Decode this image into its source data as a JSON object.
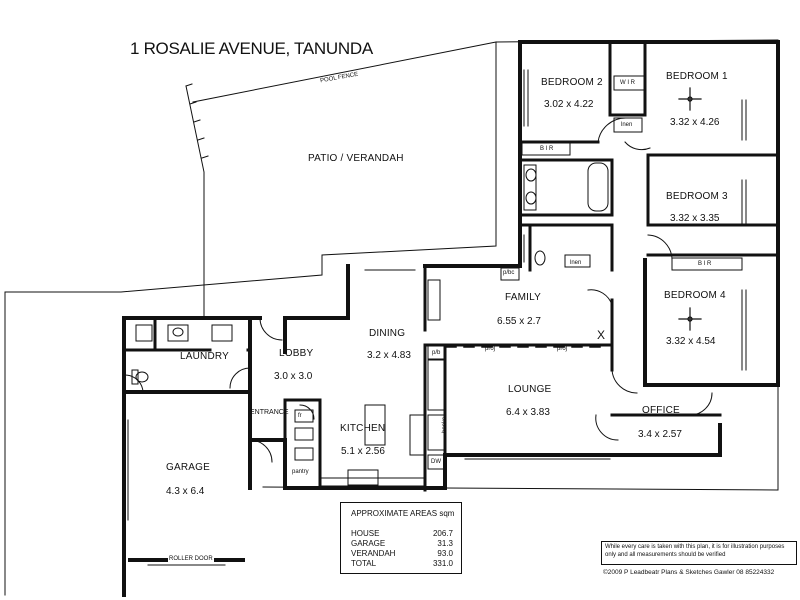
{
  "title": "1 ROSALIE AVENUE, TANUNDA",
  "labels": {
    "pool_fence": "POOL FENCE",
    "patio": "PATIO / VERANDAH",
    "bedroom2": "BEDROOM 2",
    "bedroom2_dim": "3.02 x 4.22",
    "bedroom1": "BEDROOM 1",
    "bedroom1_dim": "3.32 x 4.26",
    "bedroom3": "BEDROOM 3",
    "bedroom3_dim": "3.32 x 3.35",
    "bedroom4": "BEDROOM 4",
    "bedroom4_dim": "3.32 x 4.54",
    "wir": "W I R",
    "bir1": "B I R",
    "bir3": "B I R",
    "lnn1": "lnen",
    "lnn2": "lnen",
    "family": "FAMILY",
    "family_dim": "6.55 x 2.7",
    "dining": "DINING",
    "dining_dim": "3.2 x 4.83",
    "lobby": "LOBBY",
    "lobby_dim": "3.0 x 3.0",
    "laundry": "LAUNDRY",
    "lounge": "LOUNGE",
    "lounge_dim": "6.4 x 3.83",
    "office": "OFFICE",
    "office_dim": "3.4 x 2.57",
    "kitchen": "KITCHEN",
    "kitchen_dim": "5.1 x 2.56",
    "entrance": "ENTRANCE",
    "garage": "GARAGE",
    "garage_dim": "4.3 x 6.4",
    "roller_door": "ROLLER DOOR",
    "pantry": "pantry",
    "books": "books",
    "pb1": "p/bc",
    "pb2": "p/b",
    "proj1": "proj",
    "proj2": "proj",
    "fr": "fr",
    "dw": "DW",
    "x_mark": "X"
  },
  "areas": {
    "heading": "APPROXIMATE AREAS sqm",
    "rows": [
      {
        "name": "HOUSE",
        "value": "206.7"
      },
      {
        "name": "GARAGE",
        "value": "31.3"
      },
      {
        "name": "VERANDAH",
        "value": "93.0"
      },
      {
        "name": "TOTAL",
        "value": "331.0"
      }
    ]
  },
  "disclaimer": "While every care is taken with this plan, it is for illustration purposes only and all measurements should be verified",
  "copyright": "©2009 P Leadbeatr Plans & Sketches Gawler 08 85224332"
}
